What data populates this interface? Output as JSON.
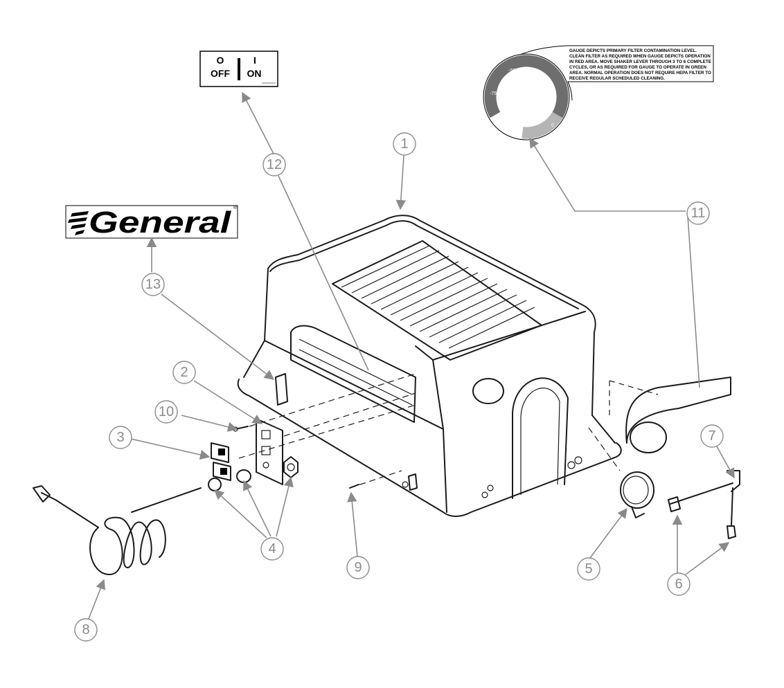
{
  "switch_label": {
    "off_symbol": "O",
    "off_text": "OFF",
    "on_symbol": "I",
    "on_text": "ON"
  },
  "gauge_label": {
    "lines": [
      "GAUGE DEPICTS PRIMARY FILTER CONTAMINATION LEVEL.",
      "CLEAN FILTER AS REQUIRED WHEN GAUGE DEPICTS OPERATION",
      "IN RED AREA. MOVE SHAKER LEVER THROUGH 3 TO 6 COMPLETE",
      "CYCLES, OR AS REQUIRED FOR GAUGE TO OPERATE IN GREEN",
      "AREA. NORMAL OPERATION DOES NOT REQUIRE HEPA FILTER TO",
      "RECEIVE REGULAR SCHEDULED CLEANING."
    ],
    "scale": [
      "-50",
      "-75",
      "-100",
      "0"
    ]
  },
  "brand_logo": {
    "text": "General",
    "mark": "®"
  },
  "colors": {
    "line": "#1a1a1a",
    "callout": "#8a8a8a",
    "gauge_ring": "#6e6e6e"
  },
  "callouts": [
    {
      "id": "1"
    },
    {
      "id": "2"
    },
    {
      "id": "3"
    },
    {
      "id": "4"
    },
    {
      "id": "5"
    },
    {
      "id": "6"
    },
    {
      "id": "7"
    },
    {
      "id": "8"
    },
    {
      "id": "9"
    },
    {
      "id": "10"
    },
    {
      "id": "11"
    },
    {
      "id": "12"
    },
    {
      "id": "13"
    }
  ]
}
